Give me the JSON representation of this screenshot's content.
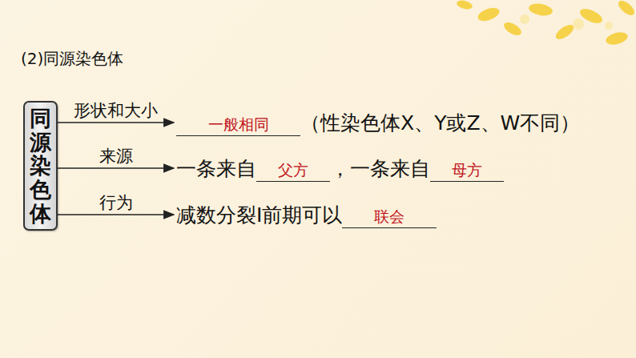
{
  "diagram": {
    "title": "(2)同源染色体",
    "nodes": [
      {
        "text": [
          "同源染色体"
        ]
      },
      {
        "text": [
          "一般相同",
          "（性染色体X、Y或Z、W不同）"
        ]
      },
      {
        "text": [
          "一条来自",
          "父方",
          "，一条来自",
          "母方"
        ]
      },
      {
        "text": [
          "减数分裂Ⅰ前期可以",
          "联会"
        ]
      }
    ],
    "edges": [
      {
        "from": 0,
        "to": 1,
        "arrow": "to",
        "label": "形状和大小"
      },
      {
        "from": 0,
        "to": 2,
        "arrow": "to",
        "label": "来源"
      },
      {
        "from": 0,
        "to": 3,
        "arrow": "to",
        "label": "行为"
      }
    ]
  }
}
